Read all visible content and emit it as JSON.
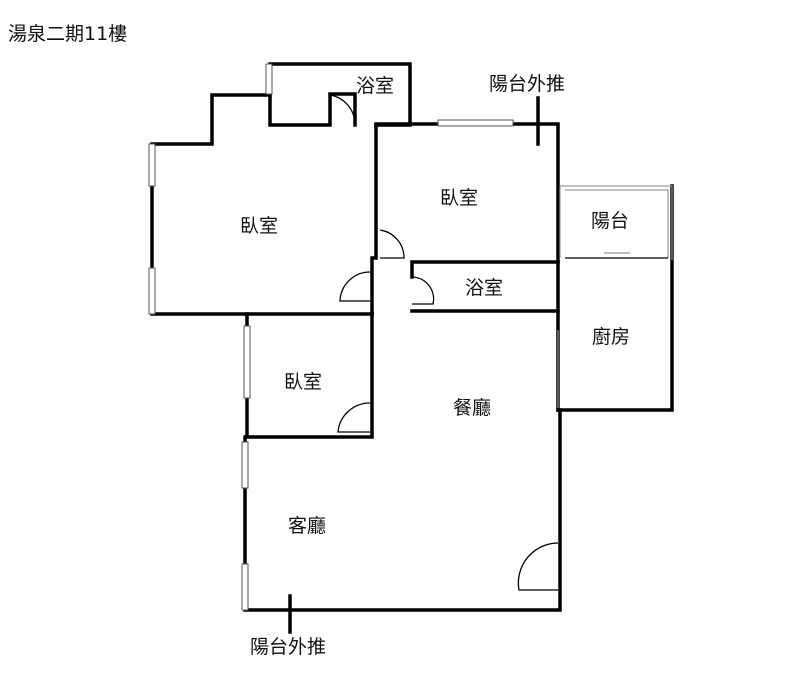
{
  "title": "湯泉二期11樓",
  "rooms": {
    "bath_top": "浴室",
    "bedroom_left": "臥室",
    "bedroom_center": "臥室",
    "balcony_right": "陽台",
    "bath_middle": "浴室",
    "kitchen": "廚房",
    "bedroom_small": "臥室",
    "dining": "餐廳",
    "living": "客廳"
  },
  "notes": {
    "balcony_push_top": "陽台外推",
    "balcony_push_bottom": "陽台外推"
  },
  "colors": {
    "wall": "#000000",
    "text": "#111111",
    "background": "#ffffff"
  }
}
